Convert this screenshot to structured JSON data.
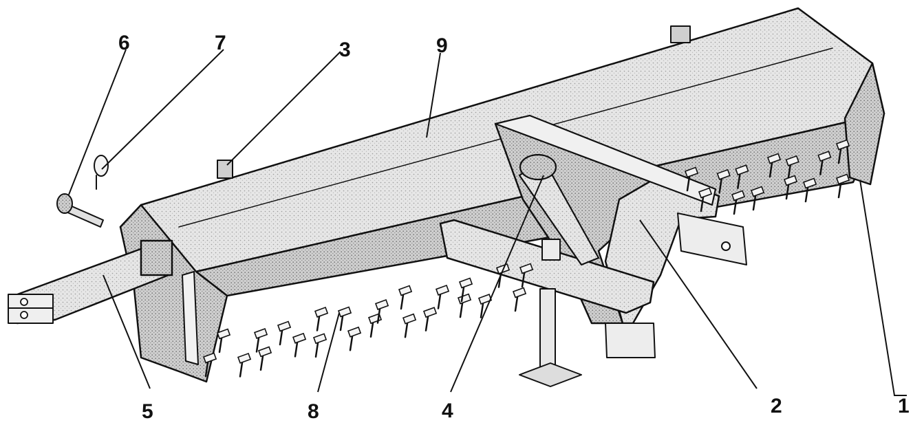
{
  "callouts": [
    {
      "id": "1",
      "label": "1"
    },
    {
      "id": "2",
      "label": "2"
    },
    {
      "id": "3",
      "label": "3"
    },
    {
      "id": "4",
      "label": "4"
    },
    {
      "id": "5",
      "label": "5"
    },
    {
      "id": "6",
      "label": "6"
    },
    {
      "id": "7",
      "label": "7"
    },
    {
      "id": "8",
      "label": "8"
    },
    {
      "id": "9",
      "label": "9"
    }
  ],
  "colors": {
    "ink": "#111111",
    "shade": "#d4d4d4",
    "light": "#ececec",
    "paper": "#ffffff"
  }
}
